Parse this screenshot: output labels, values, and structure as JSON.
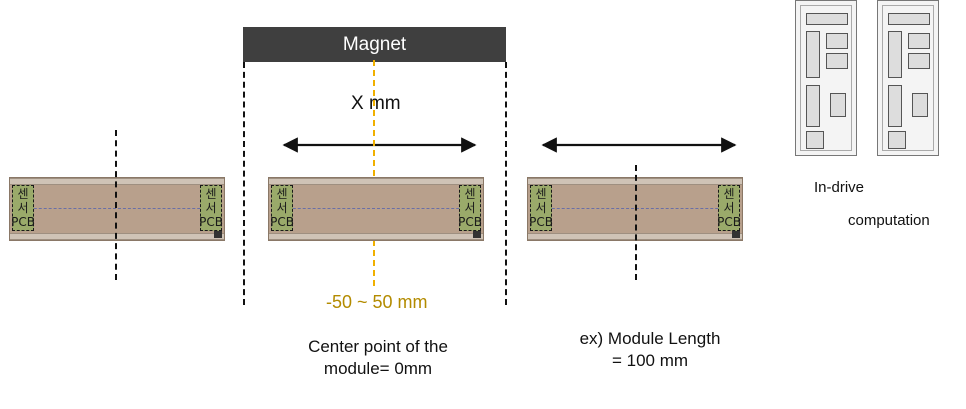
{
  "magnet": {
    "label": "Magnet"
  },
  "dimension_label": "X mm",
  "range_label": "-50 ~ 50 mm",
  "center_note": {
    "line1": "Center point of the",
    "line2": "module= 0mm"
  },
  "example_note": {
    "line1": "ex) Module Length",
    "line2": "= 100 mm"
  },
  "drive_caption": {
    "line1": "In-drive",
    "line2": "computation"
  },
  "pcb_label": {
    "line1": "센",
    "line2": "서",
    "line3": "PCB"
  },
  "colors": {
    "magnet_bar": "#3f3f3f",
    "module_body": "#b8a08c",
    "pcb": "#9aaa6a",
    "range_axis": "#f0b000",
    "range_text": "#b38b00"
  }
}
